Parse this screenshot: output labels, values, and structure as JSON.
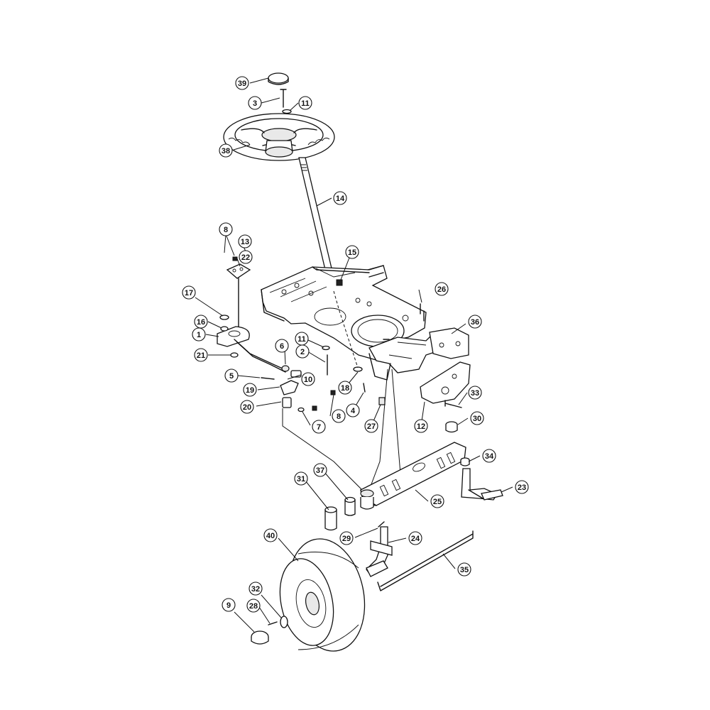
{
  "callouts": {
    "39": "39",
    "3": "3",
    "11": "11",
    "38": "38",
    "14": "14",
    "8": "8",
    "13": "13",
    "22": "22",
    "15": "15",
    "26": "26",
    "17": "17",
    "16": "16",
    "1": "1",
    "21": "21",
    "2": "2",
    "6": "6",
    "5": "5",
    "10": "10",
    "19": "19",
    "20": "20",
    "7": "7",
    "18": "18",
    "4": "4",
    "27": "27",
    "36": "36",
    "33": "33",
    "12": "12",
    "30": "30",
    "34": "34",
    "23": "23",
    "25": "25",
    "31": "31",
    "37": "37",
    "29": "29",
    "24": "24",
    "40": "40",
    "35": "35",
    "32": "32",
    "28": "28",
    "9": "9"
  }
}
